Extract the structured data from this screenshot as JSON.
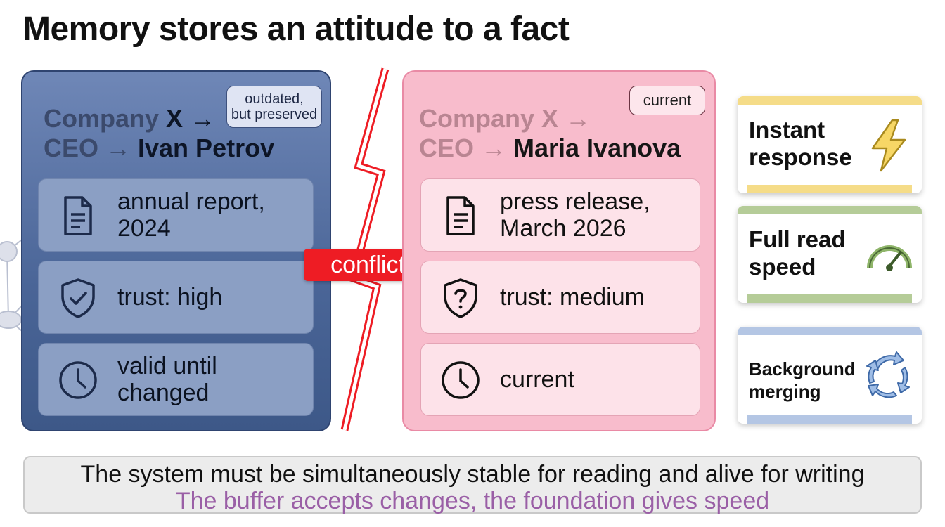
{
  "title": "Memory stores an attitude to a fact",
  "old_fact": {
    "tag_line1": "outdated,",
    "tag_line2": "but preserved",
    "subject": "Company ",
    "subject_strong": "X",
    "arrow": " →",
    "role": "CEO → ",
    "value": "Ivan Petrov",
    "source_line1": "annual report,",
    "source_line2": "2024",
    "trust": "trust: high",
    "validity_line1": "valid until",
    "validity_line2": "changed"
  },
  "new_fact": {
    "tag": "current",
    "subject": "Company X →",
    "role": "CEO → ",
    "value": "Maria Ivanova",
    "source_line1": "press release,",
    "source_line2": "March 2026",
    "trust": "trust: medium",
    "validity": "current"
  },
  "conflict_label": "conflict",
  "features": [
    {
      "line1": "Instant",
      "line2": "response",
      "icon": "lightning-icon",
      "color": "#f5dc88"
    },
    {
      "line1": "Full read",
      "line2": "speed",
      "icon": "speedometer-icon",
      "color": "#b5cc98"
    },
    {
      "line1": "Background",
      "line2": "merging",
      "icon": "sync-arrows-icon",
      "color": "#b4c6e4"
    }
  ],
  "footer": {
    "line1": "The system must be simultaneously stable for reading and alive for writing",
    "line2": "The buffer accepts changes, the foundation gives speed"
  }
}
